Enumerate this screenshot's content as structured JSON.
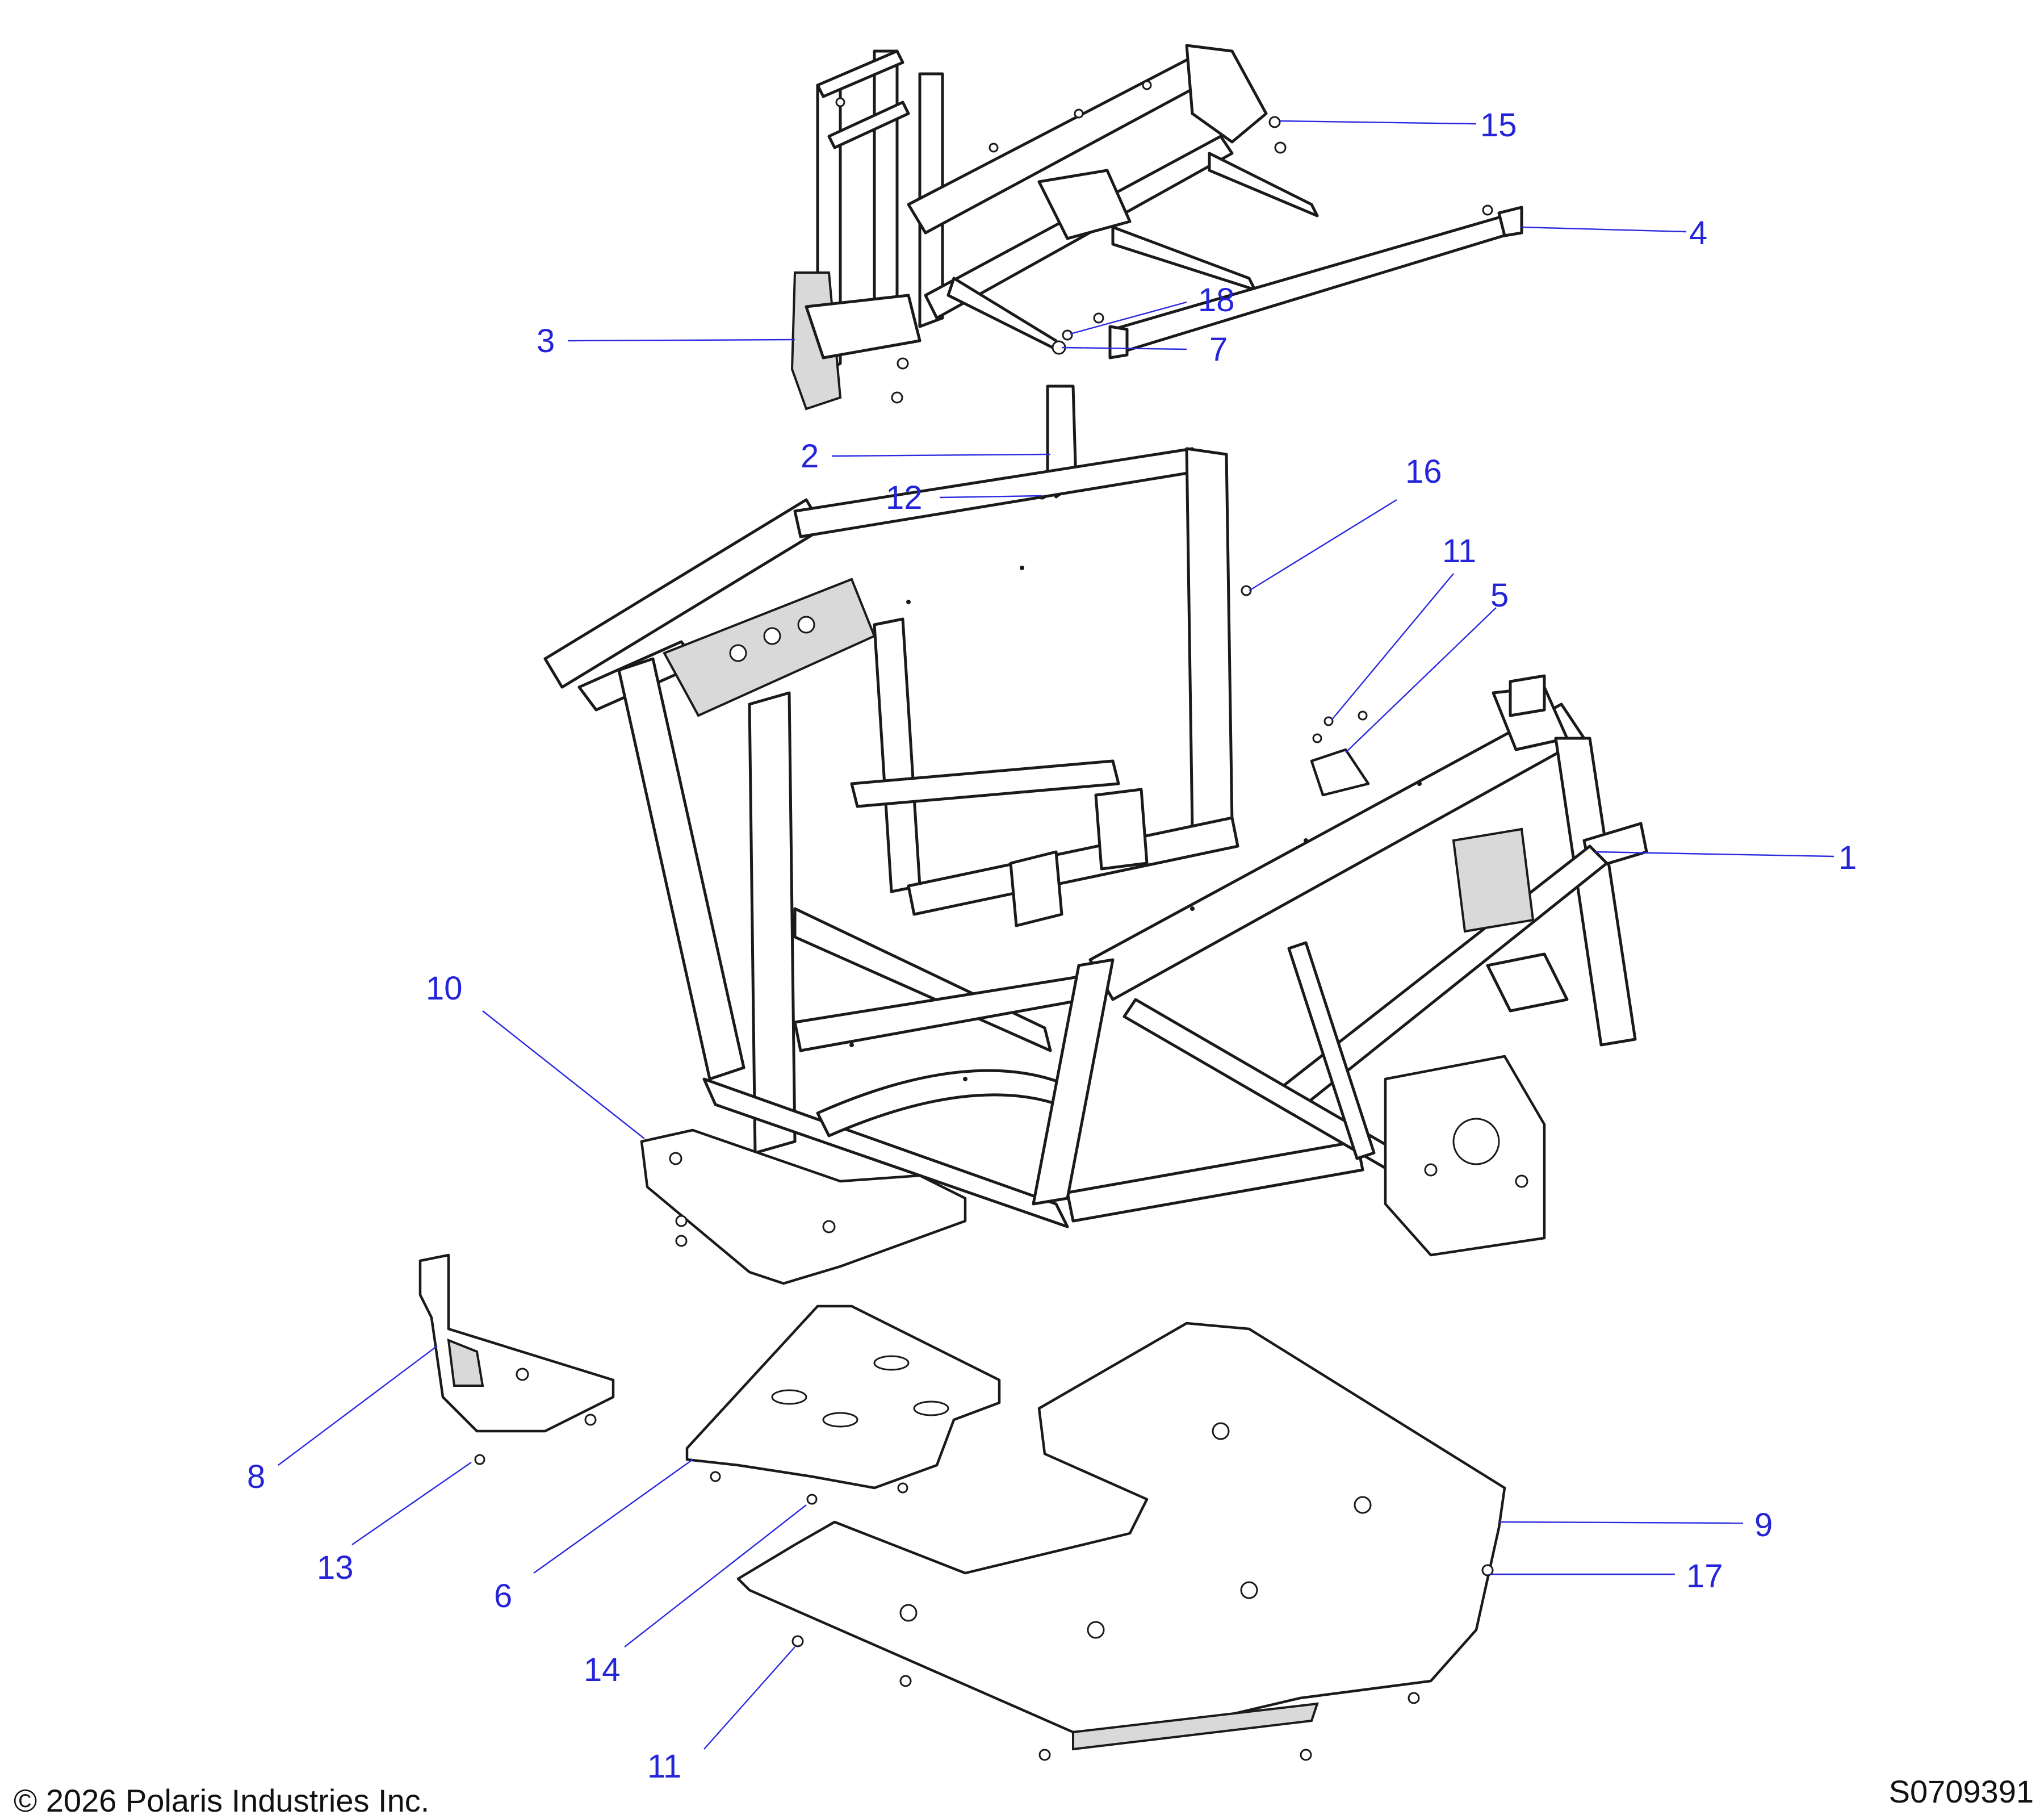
{
  "footer": {
    "copyright": "© 2026 Polaris Industries Inc.",
    "drawing_number": "S0709391"
  },
  "callouts": [
    {
      "id": "c15",
      "label": "15"
    },
    {
      "id": "c4",
      "label": "4"
    },
    {
      "id": "c18",
      "label": "18"
    },
    {
      "id": "c3",
      "label": "3"
    },
    {
      "id": "c7",
      "label": "7"
    },
    {
      "id": "c2",
      "label": "2"
    },
    {
      "id": "c12",
      "label": "12"
    },
    {
      "id": "c16",
      "label": "16"
    },
    {
      "id": "c11a",
      "label": "11"
    },
    {
      "id": "c5",
      "label": "5"
    },
    {
      "id": "c1",
      "label": "1"
    },
    {
      "id": "c10",
      "label": "10"
    },
    {
      "id": "c8",
      "label": "8"
    },
    {
      "id": "c13",
      "label": "13"
    },
    {
      "id": "c6",
      "label": "6"
    },
    {
      "id": "c14",
      "label": "14"
    },
    {
      "id": "c9",
      "label": "9"
    },
    {
      "id": "c17",
      "label": "17"
    },
    {
      "id": "c11b",
      "label": "11"
    }
  ],
  "colors": {
    "callout": "#2424d8",
    "line_art": "#1a1a1a",
    "background": "#ffffff"
  }
}
